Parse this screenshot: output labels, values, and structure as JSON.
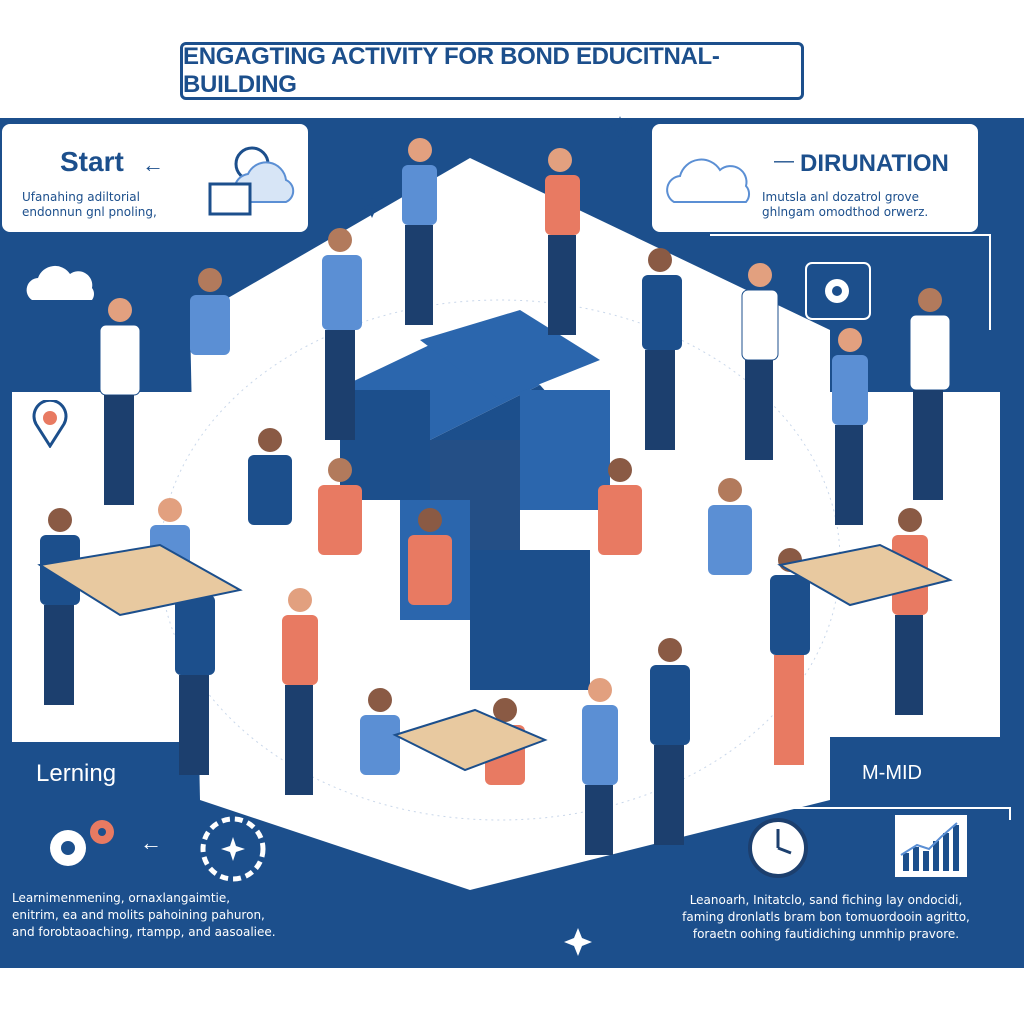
{
  "banner": {
    "title": "ENGAGTING ACTIVITY FOR BOND EDUCITNAL-BUILDING"
  },
  "start": {
    "heading": "Start",
    "body_line1": "Ufanahing adiltorial",
    "body_line2": "endonnun gnl pnoling,"
  },
  "duration": {
    "heading": "DIRUNATION",
    "body_line1": "Imutsla anl dozatrol grove",
    "body_line2": "ghlngam omodthod orwerz."
  },
  "learning": {
    "label": "Lerning",
    "body_line1": "Learnimenmening, ornaxlangaimtie,",
    "body_line2": "enitrim, ea and molits pahoining pahuron,",
    "body_line3": "and forobtaoaching, rtampp, and aasoaliee."
  },
  "mid": {
    "label": "M-MID",
    "body_line1": "Leanoarh, Initatclo, sand fiching lay ondocidi,",
    "body_line2": "faming dronlatls bram bon tomuordooin agritto,",
    "body_line3": "foraetn oohing fautidiching unmhip pravore."
  },
  "colors": {
    "primary_blue": "#1c4f8c",
    "coral": "#e87a62",
    "light_blue": "#5b8fd4"
  },
  "icons": [
    "gear-icon",
    "cloud-icon",
    "clock-icon",
    "bar-chart-icon",
    "sparkle-icon",
    "location-pin-icon",
    "monitor-icon"
  ]
}
